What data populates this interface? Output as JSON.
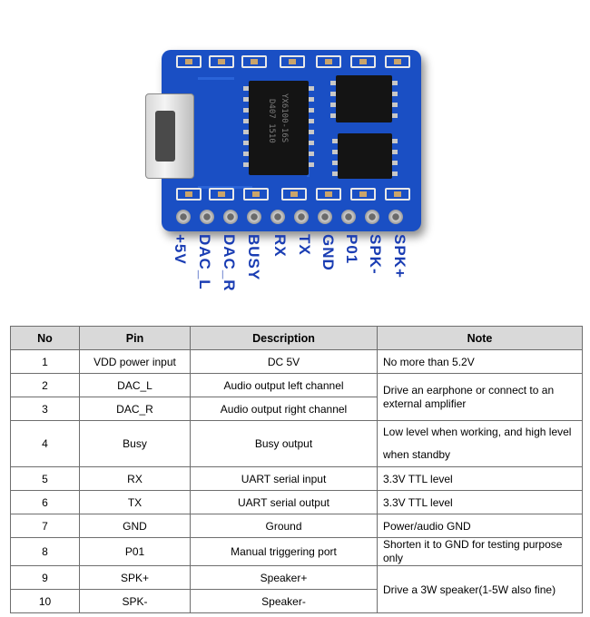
{
  "board": {
    "chip_main_text": "YX6100-16S",
    "chip_main_code": "D407 1510",
    "chip_amp_text": "",
    "pins": [
      "+5V",
      "DAC_L",
      "DAC_R",
      "BUSY",
      "RX",
      "TX",
      "GND",
      "P01",
      "SPK-",
      "SPK+"
    ]
  },
  "table": {
    "headers": [
      "No",
      "Pin",
      "Description",
      "Note"
    ],
    "rows": [
      {
        "no": "1",
        "pin": "VDD power input",
        "desc": "DC 5V",
        "note": "No more than 5.2V"
      },
      {
        "no": "2",
        "pin": "DAC_L",
        "desc": "Audio output left channel"
      },
      {
        "no": "3",
        "pin": "DAC_R",
        "desc": "Audio output right channel"
      },
      {
        "no": "4",
        "pin": "Busy",
        "desc": "Busy output",
        "note": "Low level when working, and high level when standby"
      },
      {
        "no": "5",
        "pin": "RX",
        "desc": "UART serial input",
        "note": "3.3V TTL level"
      },
      {
        "no": "6",
        "pin": "TX",
        "desc": "UART serial output",
        "note": "3.3V TTL level"
      },
      {
        "no": "7",
        "pin": "GND",
        "desc": "Ground",
        "note": "Power/audio GND"
      },
      {
        "no": "8",
        "pin": "P01",
        "desc": "Manual triggering port",
        "note": "Shorten it to GND for testing purpose only"
      },
      {
        "no": "9",
        "pin": "SPK+",
        "desc": "Speaker+"
      },
      {
        "no": "10",
        "pin": "SPK-",
        "desc": "Speaker-"
      }
    ],
    "merged_notes": {
      "dac": "Drive an earphone or connect to an external amplifier",
      "spk": "Drive a 3W speaker(1-5W also fine)"
    }
  }
}
